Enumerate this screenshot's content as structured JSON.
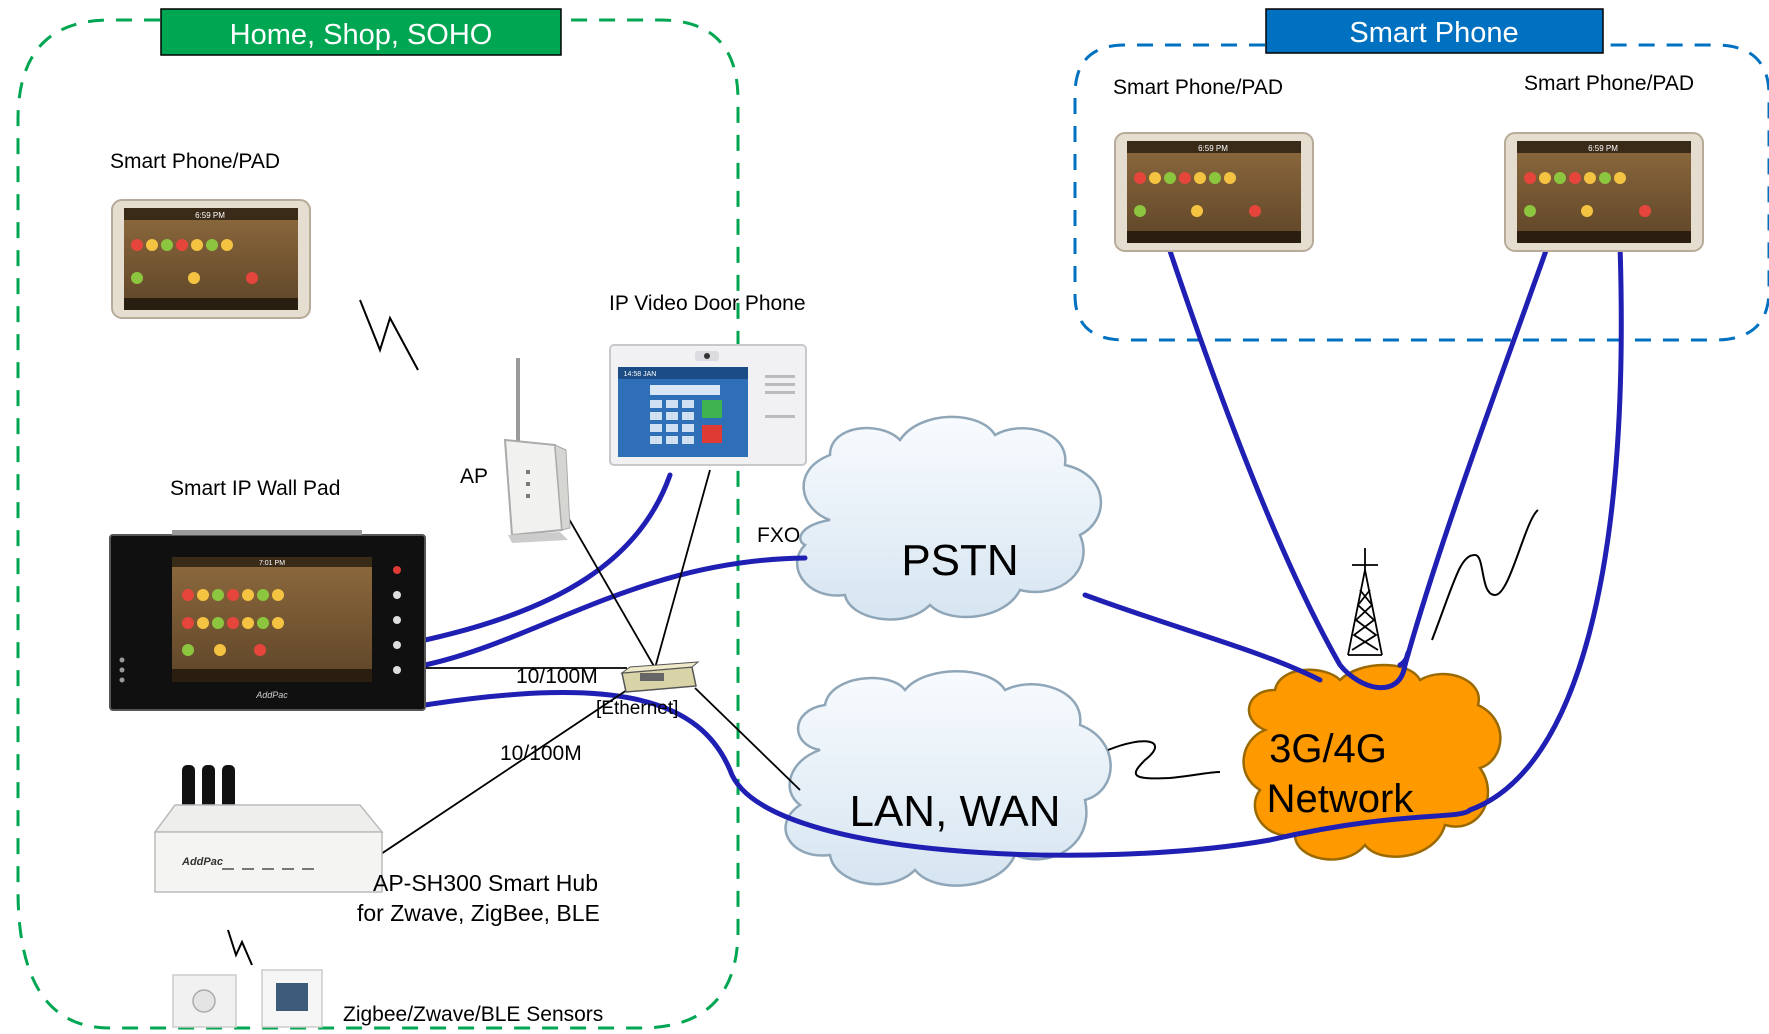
{
  "zones": {
    "home": {
      "title": "Home, Shop, SOHO",
      "color": "#00a651"
    },
    "remote": {
      "title": "Smart Phone",
      "color": "#0070c0"
    }
  },
  "labels": {
    "home_phone": "Smart  Phone/PAD",
    "remote_phone_1": "Smart  Phone/PAD",
    "remote_phone_2": "Smart  Phone/PAD",
    "door_phone": "IP Video Door Phone",
    "ap": "AP",
    "wall_pad": "Smart  IP Wall Pad",
    "fxo": "FXO",
    "speed_1": "10/100M",
    "speed_2": "10/100M",
    "ethernet": "[Ethernet]",
    "hub_line1": "AP-SH300 Smart Hub",
    "hub_line2": "for  Zwave, ZigBee, BLE",
    "sensors": "Zigbee/Zwave/BLE Sensors"
  },
  "clouds": {
    "pstn": "PSTN",
    "lan": "LAN, WAN",
    "mobile_line1": "3G/4G",
    "mobile_line2": "Network"
  },
  "device_text": {
    "tablet_clock": "6:59 PM",
    "wallpad_clock": "7:01 PM",
    "brand": "AddPac",
    "door_clock": "14:58 JAN"
  },
  "colors": {
    "link_blue": "#1f1fb4",
    "cloud_fill": "#e8f1f8",
    "cloud_stroke": "#8fa6b8",
    "mobile_fill": "#ff9900"
  }
}
